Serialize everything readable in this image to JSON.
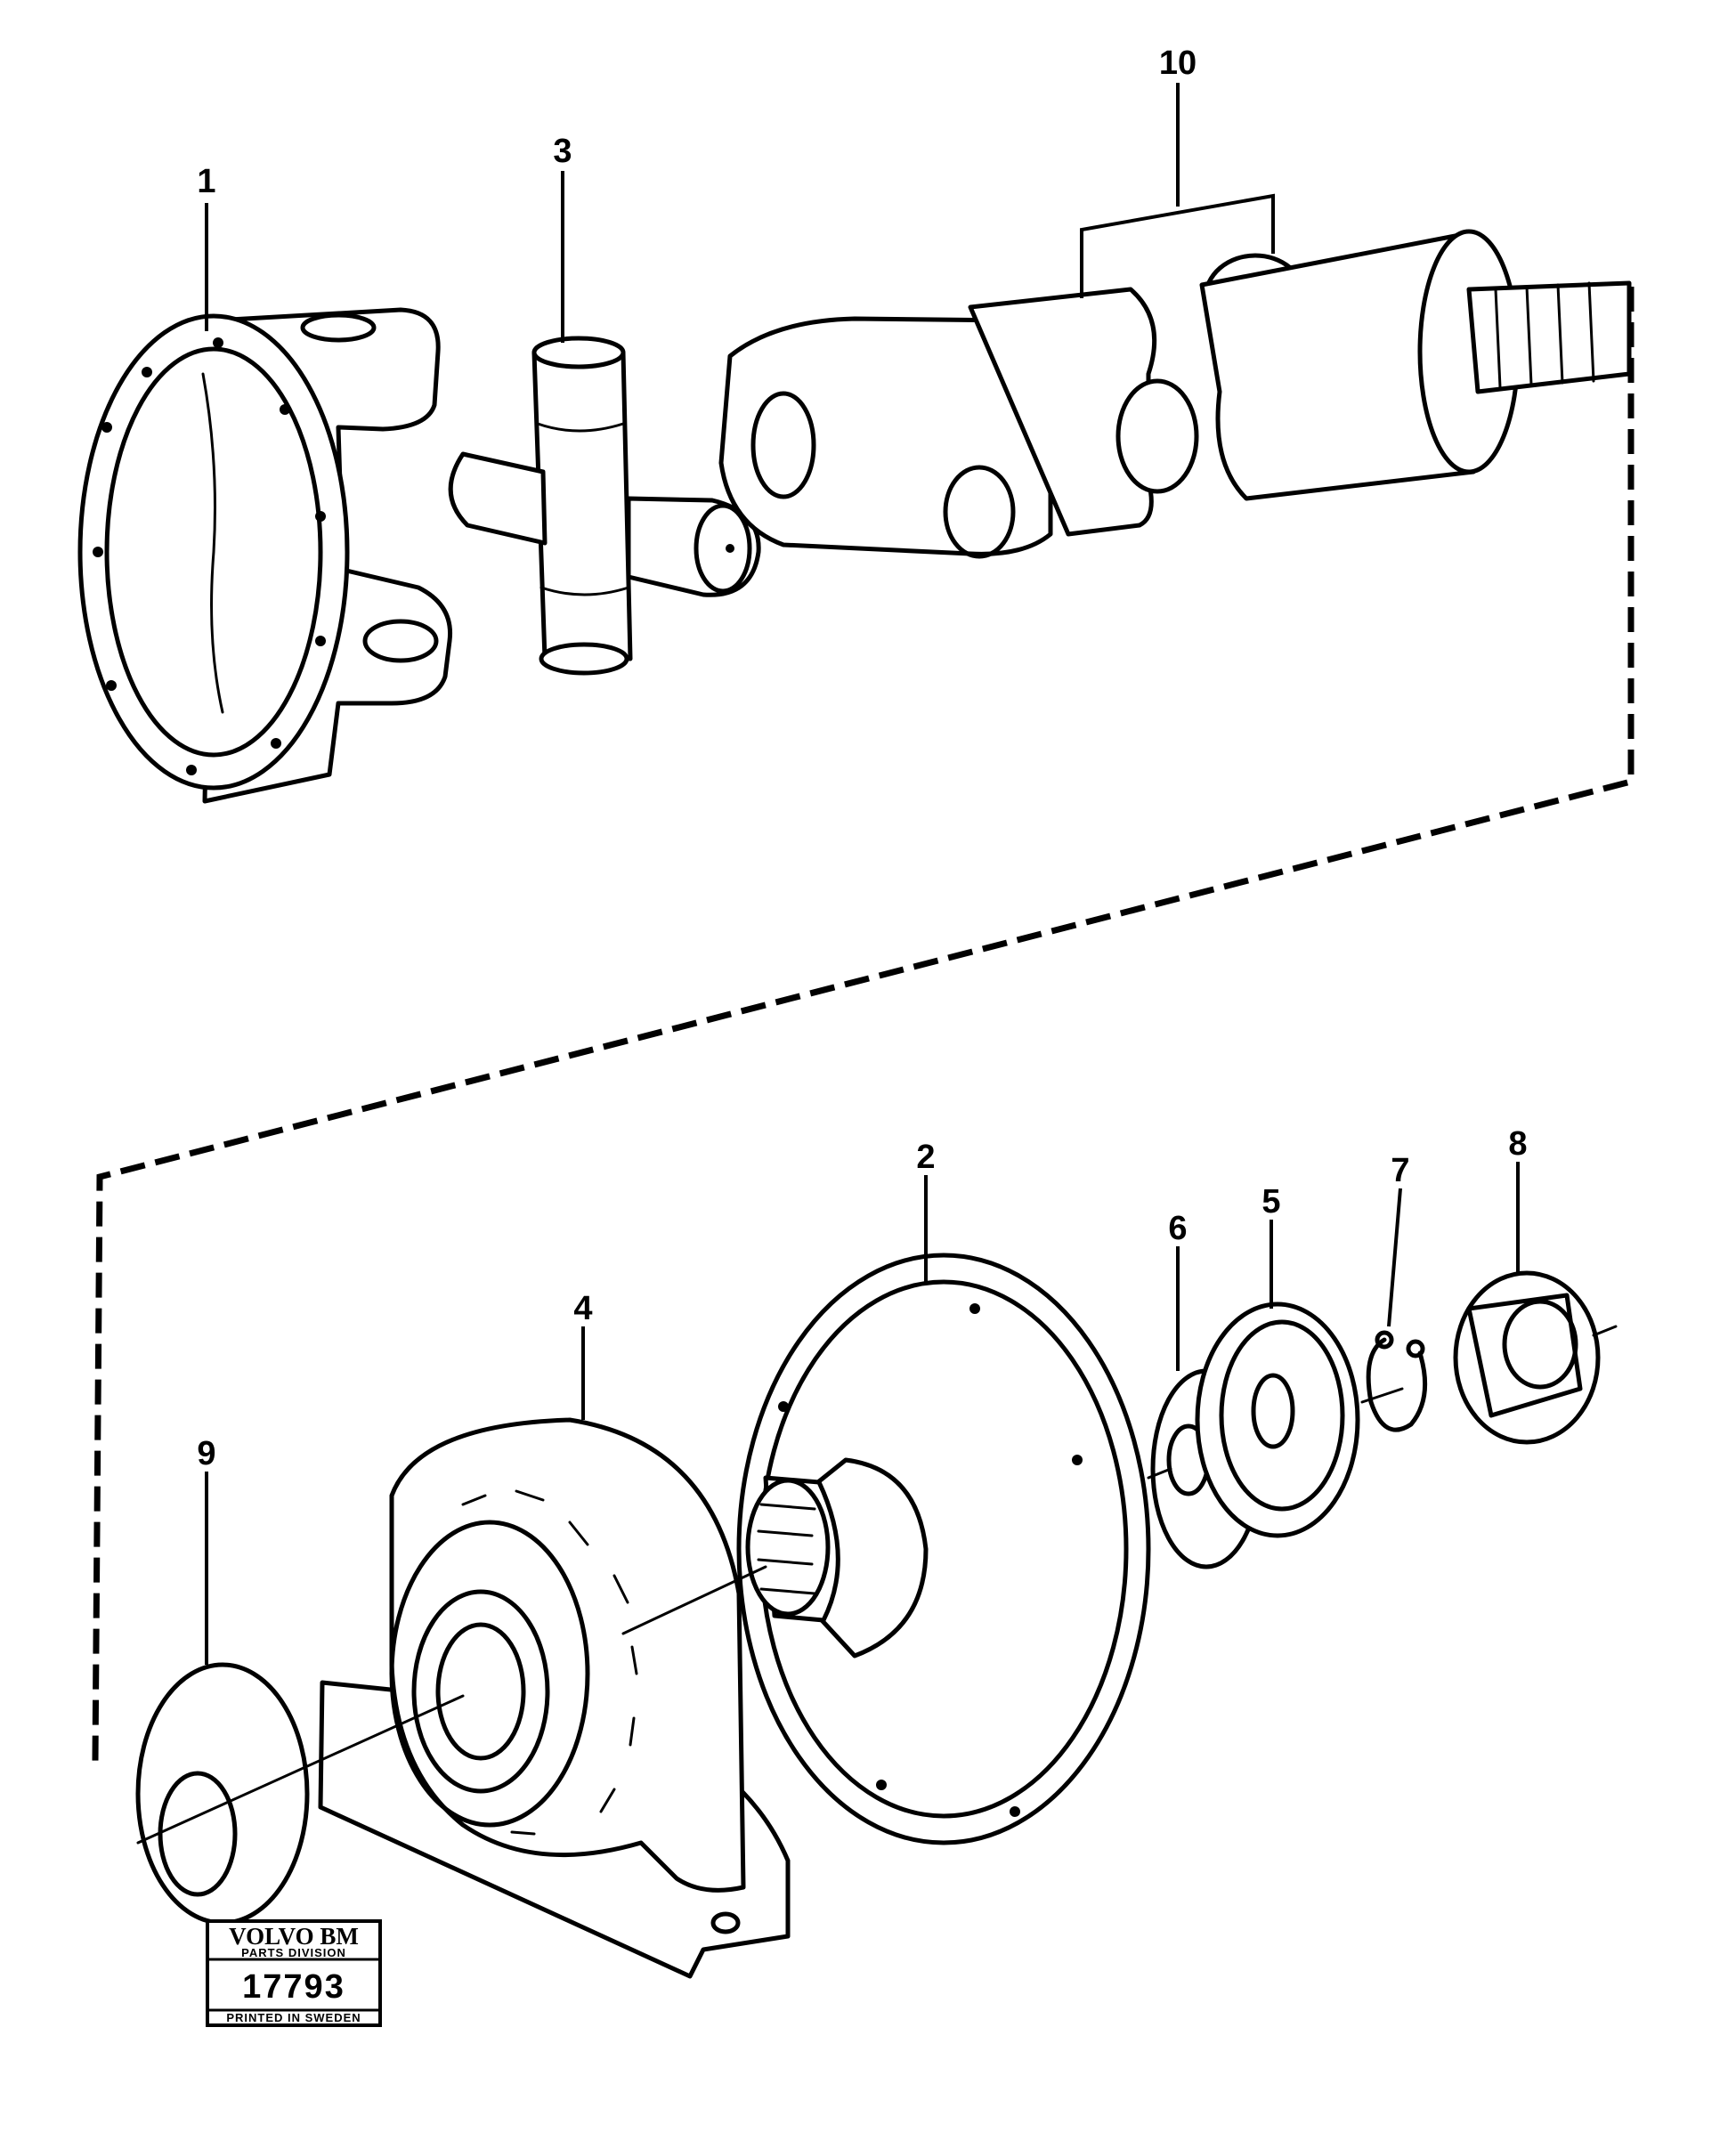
{
  "callouts": {
    "c1": "1",
    "c2": "2",
    "c3": "3",
    "c4": "4",
    "c5": "5",
    "c6": "6",
    "c7": "7",
    "c8": "8",
    "c9": "9",
    "c10": "10"
  },
  "stamp": {
    "brand": "VOLVO BM",
    "division": "PARTS DIVISION",
    "number": "17793",
    "printed": "PRINTED IN SWEDEN"
  }
}
